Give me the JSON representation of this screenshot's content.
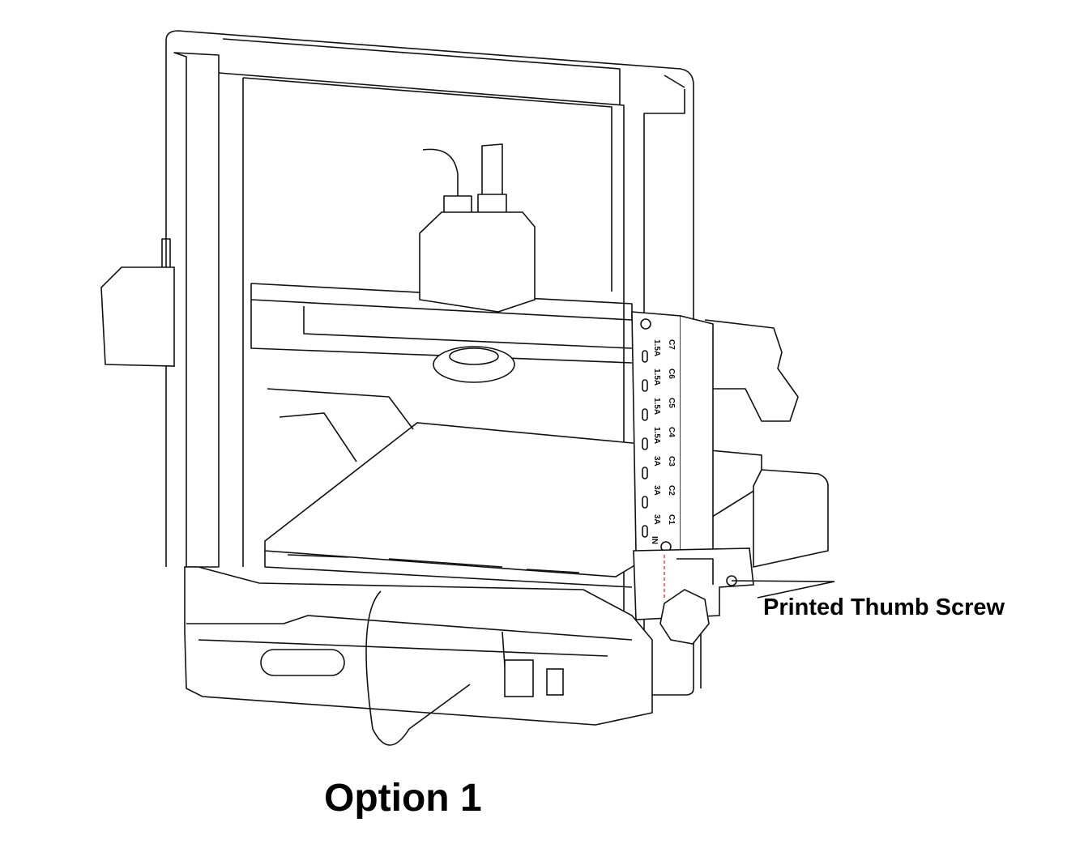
{
  "callout": {
    "label": "Printed Thumb Screw"
  },
  "caption": {
    "label": "Option 1"
  },
  "pcb": {
    "ports": [
      {
        "name": "C7",
        "rating": "1.5A"
      },
      {
        "name": "C6",
        "rating": "1.5A"
      },
      {
        "name": "C5",
        "rating": "1.5A"
      },
      {
        "name": "C4",
        "rating": "1.5A"
      },
      {
        "name": "C3",
        "rating": "3A"
      },
      {
        "name": "C2",
        "rating": "3A"
      },
      {
        "name": "C1",
        "rating": "3A"
      }
    ],
    "in_label": "IN"
  },
  "colors": {
    "line": "#111111",
    "guide": "#e02020"
  }
}
